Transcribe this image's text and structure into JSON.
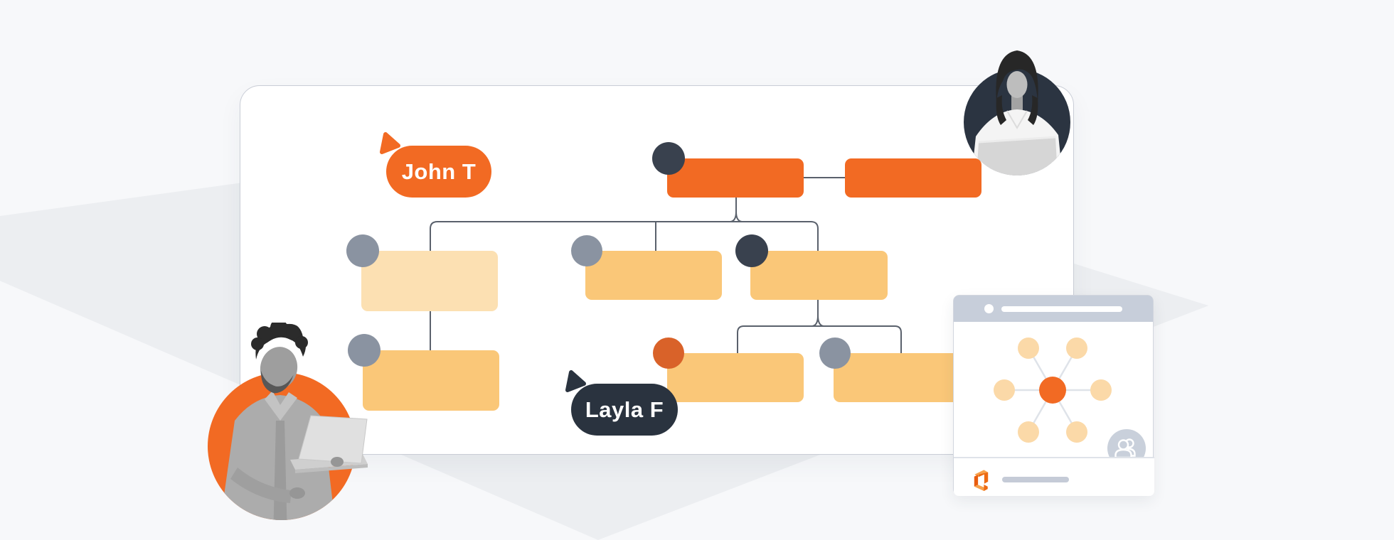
{
  "page": {
    "background_base": "#F7F8FA",
    "background_band": "#ECEEF1"
  },
  "canvas_card": {
    "background": "#FFFFFF",
    "border": "#C9CDD6"
  },
  "cursors": {
    "john": {
      "label": "John T",
      "color": "#F26A23",
      "text_color": "#FFFFFF"
    },
    "layla": {
      "label": "Layla F",
      "color": "#2A333F",
      "text_color": "#FFFFFF"
    }
  },
  "org_chart": {
    "connector_color": "#5A616C",
    "fills": {
      "primary": "#F26A23",
      "peach": "#FCE0B2",
      "light": "#FAC778"
    },
    "badges": {
      "dark": "#39414E",
      "gray": "#8A93A1",
      "deep": "#D96229"
    }
  },
  "mini_window": {
    "header_color": "#C7CEDA",
    "hub_color": "#F26A23",
    "node_color": "#FBD9A8",
    "spoke_color": "#DFE3E9",
    "badge_color": "#C9D0DB",
    "bar_color": "#C5CBD7",
    "icons": {
      "badge": "people-icon",
      "logo": "lucid-logo",
      "dot": "window-dot"
    }
  },
  "avatars": {
    "woman_ring": "#2B3441",
    "man_ring": "#F26A23"
  }
}
